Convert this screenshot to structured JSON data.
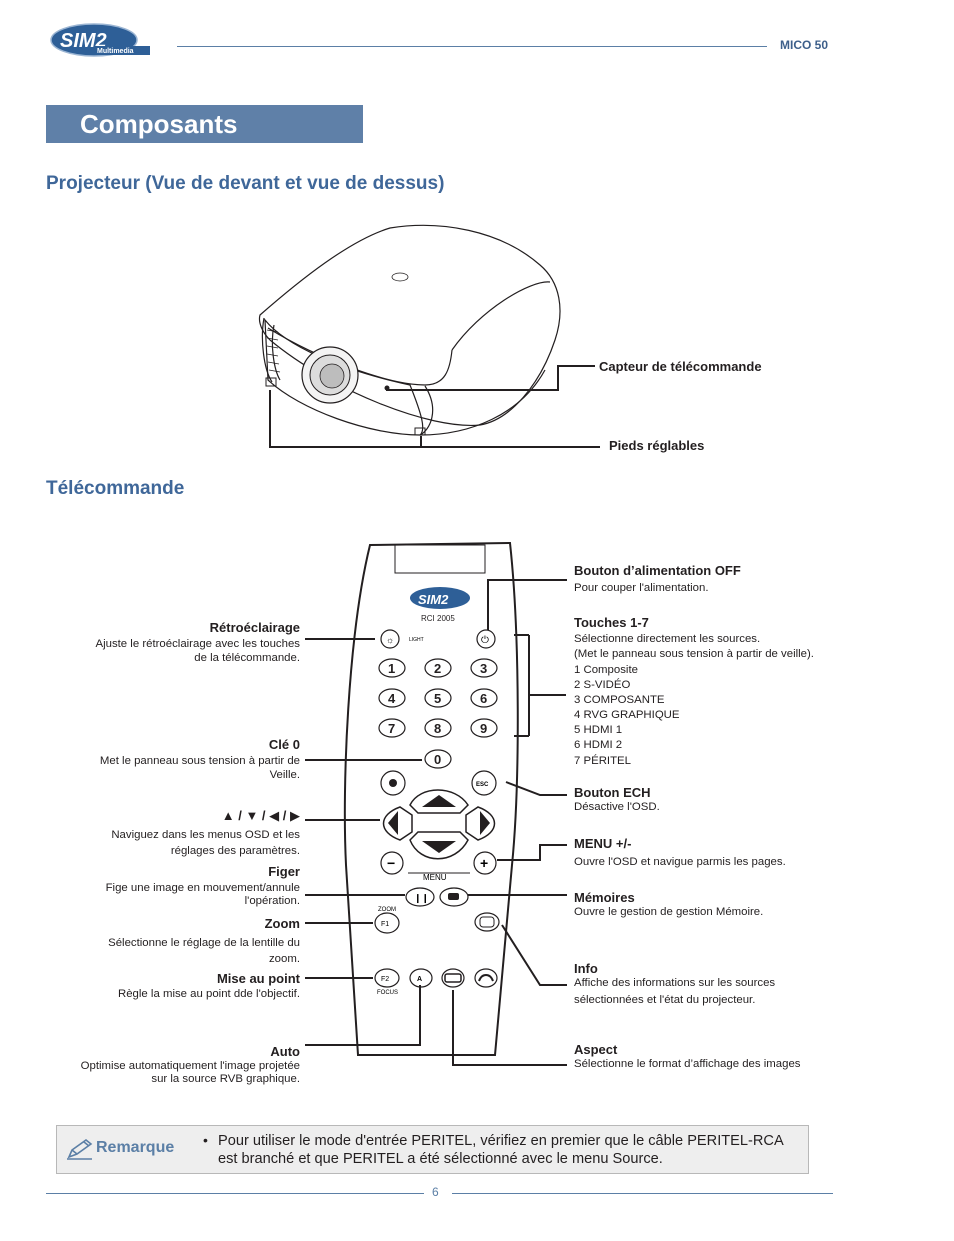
{
  "header": {
    "logo_main": "SIM2",
    "logo_sub": "Multimedia",
    "model": "MICO 50"
  },
  "title": "Composants",
  "section_projector": {
    "heading": "Projecteur (Vue de devant et vue de dessus)",
    "labels": {
      "remote_sensor": "Capteur de télécommande",
      "feet": "Pieds réglables"
    }
  },
  "section_remote": {
    "heading": "Télécommande",
    "remote_markings": {
      "model": "RCI 2005",
      "light": "LIGHT",
      "menu": "MENU",
      "zoom": "ZOOM",
      "focus": "FOCUS",
      "esc": "ESC",
      "f1": "F1",
      "f2": "F2",
      "auto": "A",
      "keys": [
        "1",
        "2",
        "3",
        "4",
        "5",
        "6",
        "7",
        "8",
        "9",
        "0"
      ]
    },
    "left": [
      {
        "id": "backlight",
        "title": "Rétroéclairage",
        "desc": [
          "Ajuste le rétroéclairage avec les touches",
          "de la télécommande."
        ]
      },
      {
        "id": "key0",
        "title": "Clé 0",
        "desc": [
          "Met le panneau sous tension à partir de",
          "Veille."
        ]
      },
      {
        "id": "arrows",
        "title": "▲ / ▼ / ◀ / ▶",
        "desc": [
          "Naviguez dans les menus OSD et les",
          "réglages des paramètres."
        ]
      },
      {
        "id": "freeze",
        "title": "Figer",
        "desc": [
          "Fige une image en mouvement/annule",
          "l'opération."
        ]
      },
      {
        "id": "zoom",
        "title": "Zoom",
        "desc": [
          "Sélectionne le réglage de la lentille du",
          "zoom."
        ]
      },
      {
        "id": "focus",
        "title": "Mise au point",
        "desc": [
          "Règle la mise au point dde l'objectif."
        ]
      },
      {
        "id": "auto",
        "title": "Auto",
        "desc": [
          "Optimise automatiquement l'image projetée",
          "sur la source RVB graphique."
        ]
      }
    ],
    "right": [
      {
        "id": "power",
        "title": "Bouton d’alimentation OFF",
        "desc": [
          "Pour couper l'alimentation."
        ]
      },
      {
        "id": "keys17",
        "title": "Touches 1-7",
        "desc": [
          "Sélectionne directement les sources.",
          "(Met le panneau sous tension à partir de veille).",
          "1 Composite",
          "2 S-VIDÉO",
          "3 COMPOSANTE",
          "4 RVG GRAPHIQUE",
          "5 HDMI 1",
          "6 HDMI 2",
          "7 PÉRITEL"
        ]
      },
      {
        "id": "esc",
        "title": "Bouton ECH",
        "desc": [
          "Désactive l'OSD."
        ]
      },
      {
        "id": "menu",
        "title": "MENU +/-",
        "desc": [
          "Ouvre l'OSD et navigue parmis les pages."
        ]
      },
      {
        "id": "memories",
        "title": "Mémoires",
        "desc": [
          "Ouvre le gestion de gestion Mémoire."
        ]
      },
      {
        "id": "info",
        "title": "Info",
        "desc": [
          "Affiche des informations sur les sources",
          "sélectionnées et l'état du projecteur."
        ]
      },
      {
        "id": "aspect",
        "title": "Aspect",
        "desc": [
          "Sélectionne le format d’affichage des images"
        ]
      }
    ]
  },
  "note": {
    "label": "Remarque",
    "bullet": "•",
    "text": "Pour utiliser le mode d'entrée PERITEL, vérifiez en premier que le câble PERITEL-RCA est branché et que PERITEL a été sélectionné avec le menu Source."
  },
  "footer": {
    "page": "6"
  }
}
